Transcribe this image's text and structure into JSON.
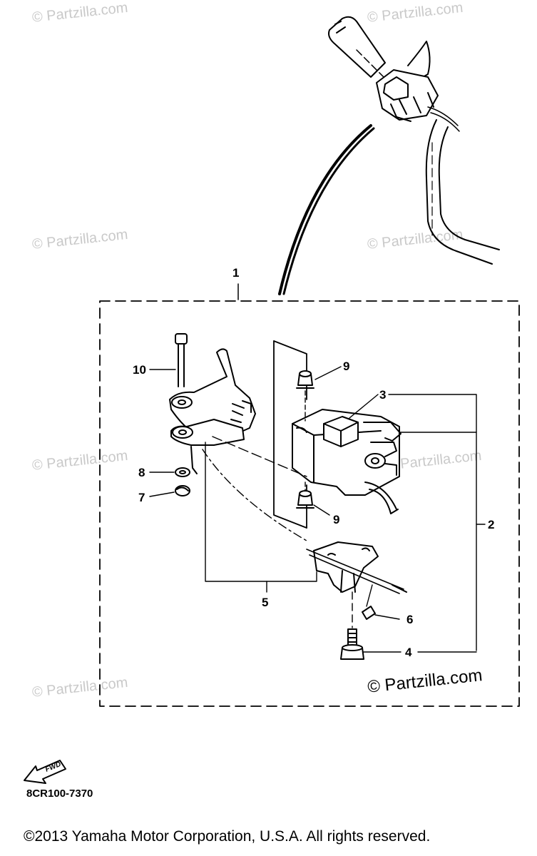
{
  "watermark": {
    "text": "© Partzilla.com",
    "bold_text": "© Partzilla.com"
  },
  "callouts": {
    "c1": "1",
    "c2": "2",
    "c3": "3",
    "c4": "4",
    "c5": "5",
    "c6": "6",
    "c7": "7",
    "c8": "8",
    "c9a": "9",
    "c9b": "9",
    "c10": "10"
  },
  "fwd_label": "FWD",
  "part_code": "8CR100-7370",
  "copyright": "©2013  Yamaha Motor Corporation, U.S.A. All rights reserved."
}
